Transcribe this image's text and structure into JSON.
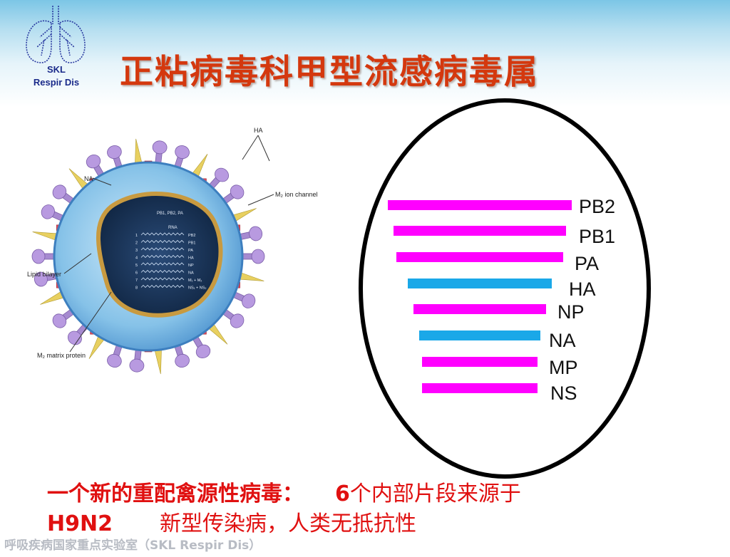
{
  "logo": {
    "line1": "SKL",
    "line2": "Respir Dis"
  },
  "title": "正粘病毒科甲型流感病毒属",
  "virus": {
    "labels": {
      "ha": "HA",
      "na": "NA",
      "m2": "M₂ ion channel",
      "lipid": "Lipid bilayer",
      "matrix": "M₂ matrix protein",
      "polymerase": "PB1, PB2, PA",
      "rna": "RNA"
    },
    "rna_segments": [
      {
        "num": "1",
        "name": "PB2"
      },
      {
        "num": "2",
        "name": "PB1"
      },
      {
        "num": "3",
        "name": "PA"
      },
      {
        "num": "4",
        "name": "HA"
      },
      {
        "num": "5",
        "name": "NP"
      },
      {
        "num": "6",
        "name": "NA"
      },
      {
        "num": "7",
        "name": "M₁ + M₂"
      },
      {
        "num": "8",
        "name": "NS₁ + NS₂"
      }
    ]
  },
  "segments": [
    {
      "label": "PB2",
      "color": "#ff00ff"
    },
    {
      "label": "PB1",
      "color": "#ff00ff"
    },
    {
      "label": "PA",
      "color": "#ff00ff"
    },
    {
      "label": "HA",
      "color": "#1aa8e8"
    },
    {
      "label": "NP",
      "color": "#ff00ff"
    },
    {
      "label": "NA",
      "color": "#1aa8e8"
    },
    {
      "label": "MP",
      "color": "#ff00ff"
    },
    {
      "label": "NS",
      "color": "#ff00ff"
    }
  ],
  "description": {
    "part1": "一个新的重配禽源性病毒：",
    "part2": "6",
    "part3": "个内部片段来源于",
    "part4": "H9N2",
    "part5": "新型传染病，人类无抵抗性"
  },
  "footer": "呼吸疾病国家重点实验室（SKL Respir Dis）"
}
